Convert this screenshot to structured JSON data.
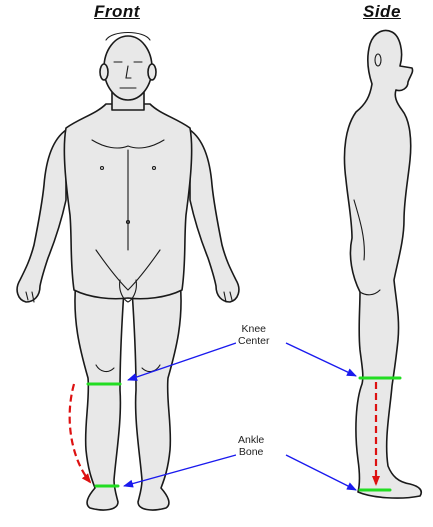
{
  "titles": {
    "front": "Front",
    "side": "Side"
  },
  "labels": {
    "knee_line1": "Knee",
    "knee_line2": "Center",
    "ankle_line1": "Ankle",
    "ankle_line2": "Bone"
  },
  "colors": {
    "body_fill": "#e8e8e8",
    "outline": "#1a1a1a",
    "marker": "#22dd22",
    "arrow": "#1a1aee",
    "measure": "#dd1111"
  }
}
